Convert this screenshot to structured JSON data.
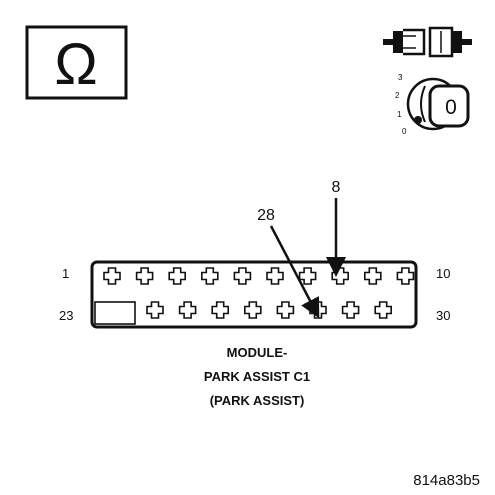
{
  "diagram": {
    "meter_symbol": "Ω",
    "ignition_key": {
      "positions": [
        "3",
        "2",
        "1",
        "0"
      ],
      "key_label": "0"
    },
    "connector": {
      "pin_label_top_left": "1",
      "pin_label_top_right": "10",
      "pin_label_bottom_left": "23",
      "pin_label_bottom_right": "30",
      "callouts": [
        "8",
        "28"
      ]
    },
    "title_lines": [
      "MODULE-",
      "PARK ASSIST C1",
      "(PARK ASSIST)"
    ],
    "figure_code": "814a83b5",
    "colors": {
      "ink": "#111111",
      "background": "#ffffff"
    }
  }
}
